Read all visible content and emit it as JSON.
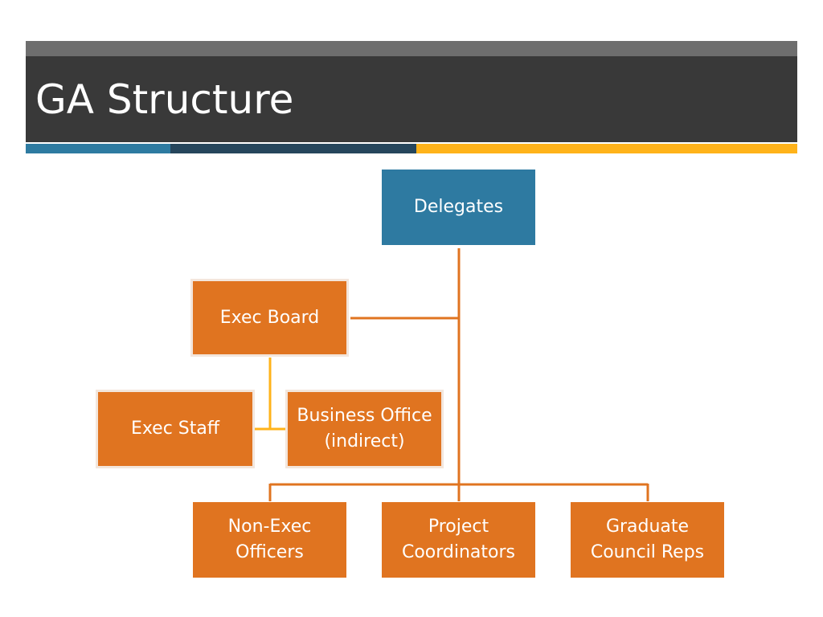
{
  "slide": {
    "title": "GA Structure"
  },
  "colors": {
    "title_bar": "#393939",
    "top_band": "#6e6e6e",
    "stripe_blue": "#2e7ba1",
    "stripe_navy": "#26465c",
    "stripe_gold": "#ffb31a",
    "node_blue": "#2e7aa1",
    "node_orange": "#e07420",
    "connector_orange": "#e07420",
    "connector_gold": "#ffb31a"
  },
  "org_chart": {
    "delegates": {
      "lines": [
        "Delegates"
      ]
    },
    "exec_board": {
      "lines": [
        "Exec Board"
      ]
    },
    "exec_staff": {
      "lines": [
        "Exec Staff"
      ]
    },
    "business_office": {
      "lines": [
        "Business Office",
        "(indirect)"
      ]
    },
    "non_exec_officers": {
      "lines": [
        "Non-Exec",
        "Officers"
      ]
    },
    "project_coordinators": {
      "lines": [
        "Project",
        "Coordinators"
      ]
    },
    "graduate_council_reps": {
      "lines": [
        "Graduate",
        "Council Reps"
      ]
    }
  }
}
